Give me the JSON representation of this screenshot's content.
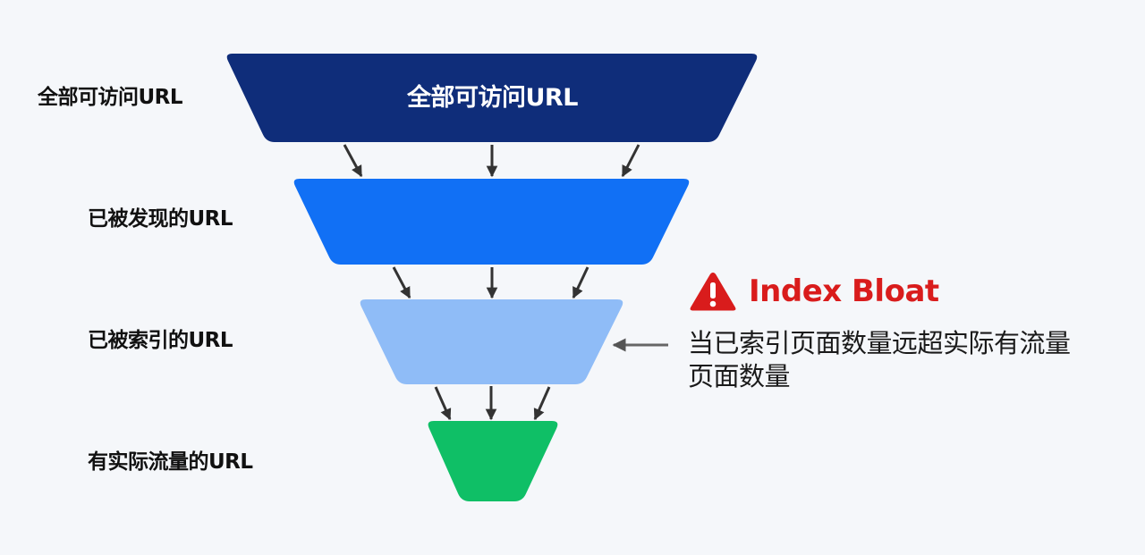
{
  "diagram": {
    "type": "funnel",
    "stages": [
      {
        "label": "全部可访问URL",
        "inner_label": "全部可访问URL",
        "color": "#0f2d7a"
      },
      {
        "label": "已被发现的URL",
        "inner_label": "",
        "color": "#1170f5"
      },
      {
        "label": "已被索引的URL",
        "inner_label": "",
        "color": "#8fbcf7"
      },
      {
        "label": "有实际流量的URL",
        "inner_label": "",
        "color": "#0fbf66"
      }
    ],
    "arrow_color": "#333333",
    "callout": {
      "icon": "warning-triangle-icon",
      "icon_color": "#d91c1c",
      "title": "Index Bloat",
      "title_color": "#d91c1c",
      "description": "当已索引页面数量远超实际有流量页面数量",
      "points_to_stage": 2
    }
  }
}
